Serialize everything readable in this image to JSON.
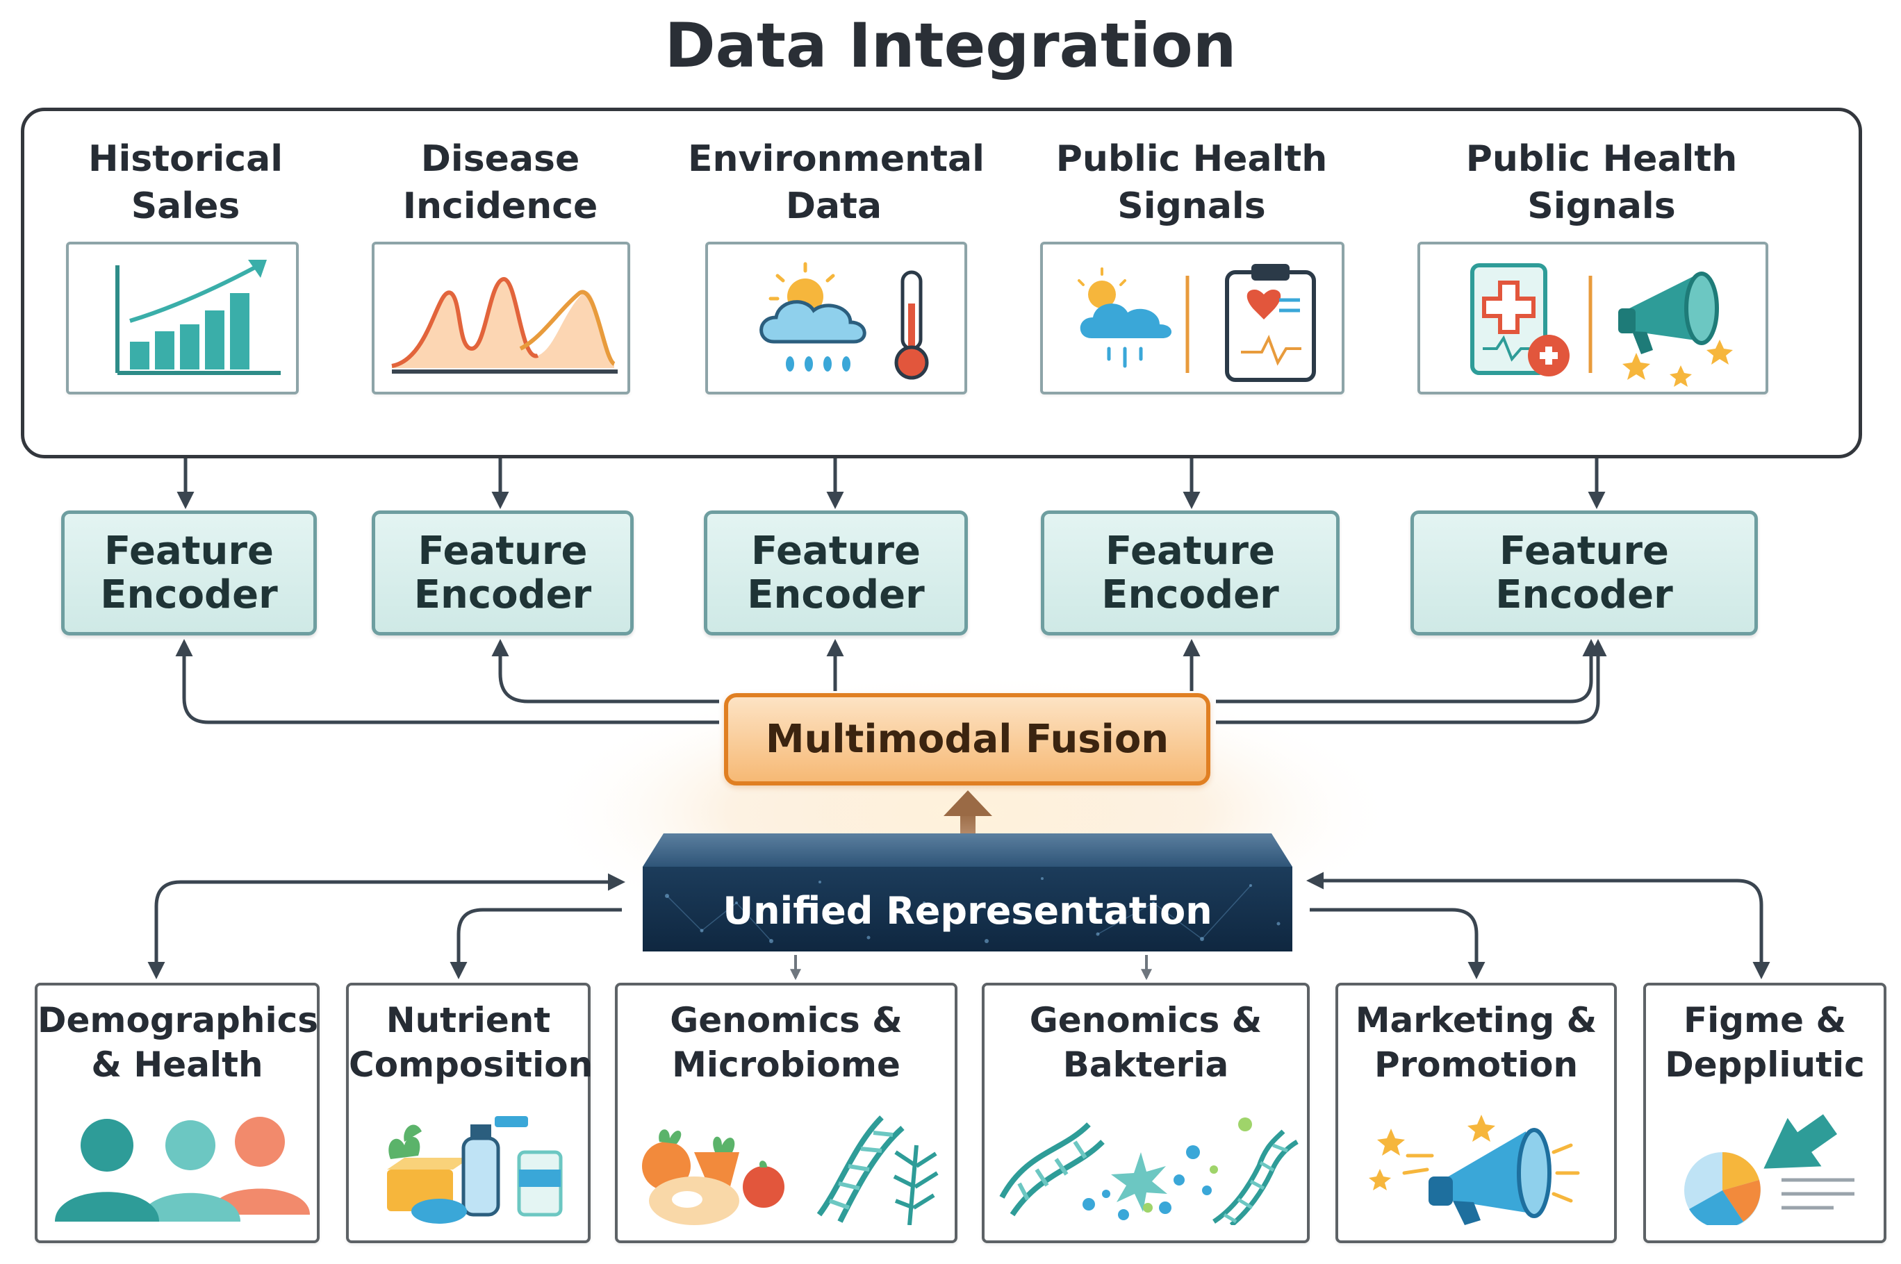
{
  "title": "Data Integration",
  "sources": [
    {
      "label_lines": [
        "Historical",
        "Sales"
      ],
      "icon": "bar-chart-growth-icon"
    },
    {
      "label_lines": [
        "Disease",
        "Incidence"
      ],
      "icon": "area-chart-peaks-icon"
    },
    {
      "label_lines": [
        "Environmental",
        "Data"
      ],
      "icon": "weather-thermometer-icon"
    },
    {
      "label_lines": [
        "Public Health",
        "Signals"
      ],
      "icon": "weather-clipboard-icon"
    },
    {
      "label_lines": [
        "Public Health",
        "Signals"
      ],
      "icon": "medical-megaphone-icon"
    }
  ],
  "encoder_lines": [
    "Feature",
    "Encoder"
  ],
  "fusion_label": "Multimodal Fusion",
  "unified_label": "Unified Representation",
  "bottom_cards": [
    {
      "label_lines": [
        "Demographics",
        "& Health"
      ],
      "icon": "people-icon"
    },
    {
      "label_lines": [
        "Nutrient",
        "Composition"
      ],
      "icon": "food-bottles-icon"
    },
    {
      "label_lines": [
        "Genomics &",
        "Microbiome"
      ],
      "icon": "vegetables-dna-icon"
    },
    {
      "label_lines": [
        "Genomics &",
        "Bakteria"
      ],
      "icon": "dna-bacteria-icon"
    },
    {
      "label_lines": [
        "Marketing &",
        "Promotion"
      ],
      "icon": "megaphone-icon"
    },
    {
      "label_lines": [
        "Figme &",
        "Deppliutic"
      ],
      "icon": "pie-chart-arrow-icon"
    }
  ],
  "colors": {
    "frame": "#33373d",
    "teal": "#2e9c98",
    "encoder_fill": "#d6ecea",
    "encoder_border": "#6e9ea0",
    "fusion_fill": "#f9c98f",
    "fusion_border": "#e07f22",
    "unified_fill": "#1d3f5e",
    "arrow": "#3a4550"
  }
}
